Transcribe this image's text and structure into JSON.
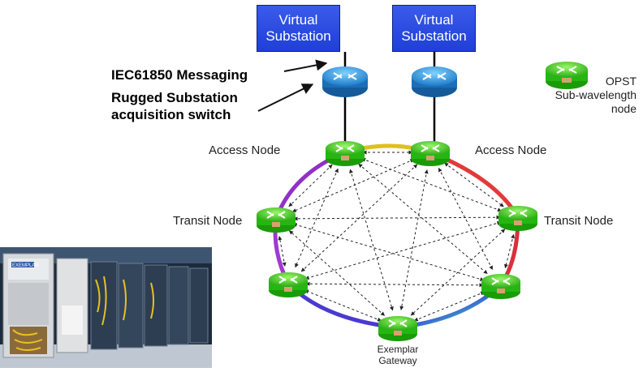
{
  "boxes": [
    {
      "label": "Virtual\nSubstation"
    },
    {
      "label": "Virtual\nSubstation"
    }
  ],
  "annotations": {
    "messaging": "IEC61850 Messaging",
    "switch": "Rugged Substation\nacquisition switch"
  },
  "legend": {
    "label": "OPST\nSub-wavelength\nnode",
    "icon": "opst-node-icon"
  },
  "nodes": {
    "access_left": "Access Node",
    "access_right": "Access Node",
    "transit_left": "Transit Node",
    "transit_right": "Transit Node",
    "gateway": "Exemplar\nGateway"
  },
  "photo": {
    "logo": "EXEMPLAR"
  },
  "colors": {
    "box": "#2546e0",
    "node": "#33d11a",
    "router": "#1f8fd8"
  }
}
